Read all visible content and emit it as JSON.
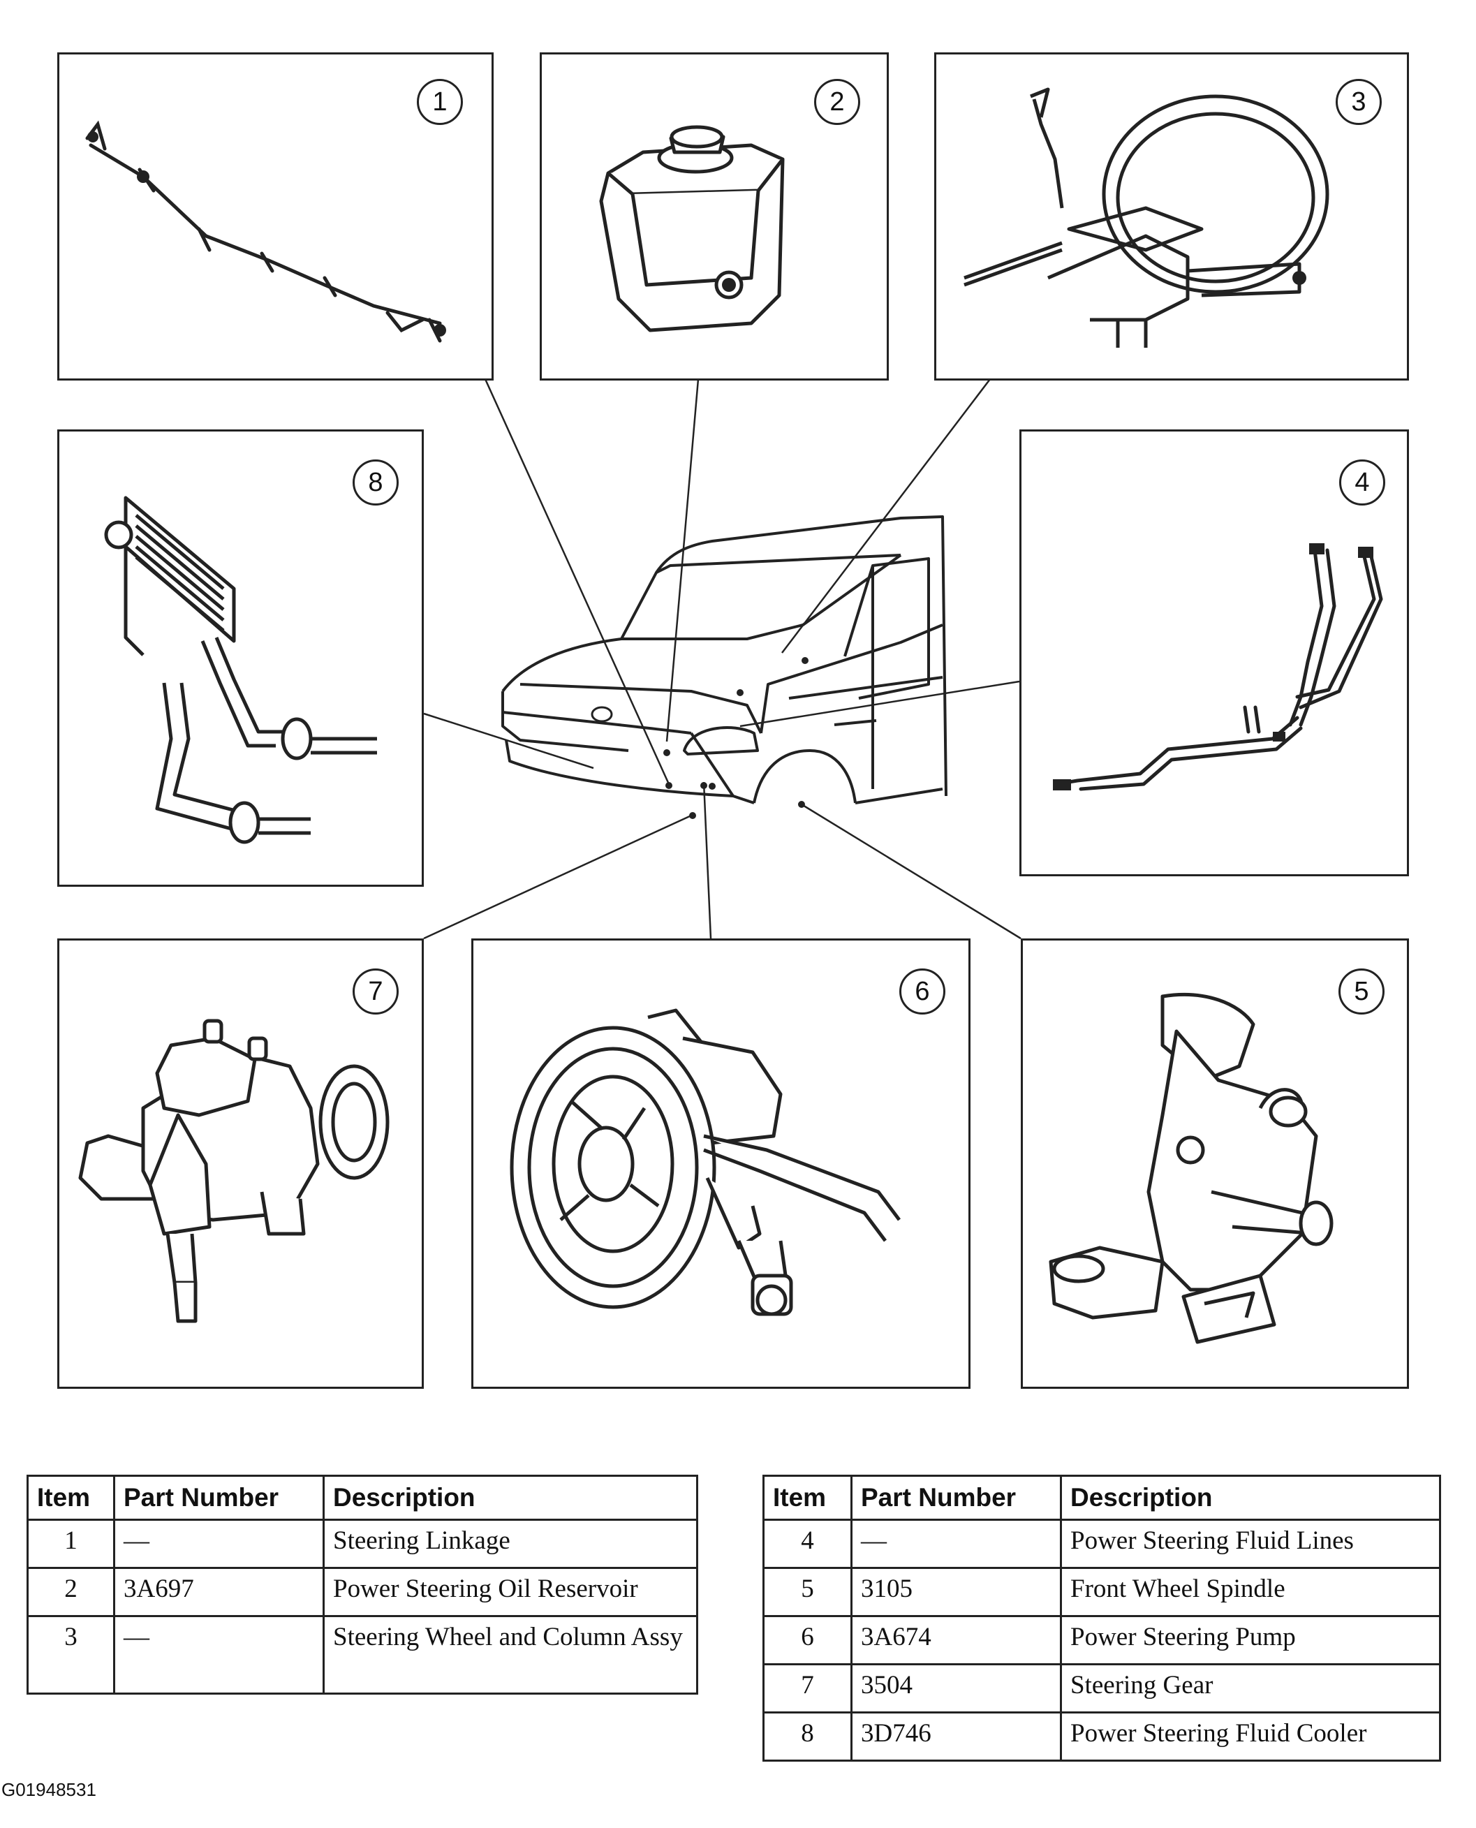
{
  "callouts": [
    "1",
    "2",
    "3",
    "4",
    "5",
    "6",
    "7",
    "8"
  ],
  "table_left": {
    "headers": [
      "Item",
      "Part Number",
      "Description"
    ],
    "rows": [
      {
        "item": "1",
        "part": "—",
        "desc": "Steering Linkage"
      },
      {
        "item": "2",
        "part": "3A697",
        "desc": "Power Steering Oil Reservoir"
      },
      {
        "item": "3",
        "part": "—",
        "desc": "Steering Wheel and Column Assy"
      }
    ]
  },
  "table_right": {
    "headers": [
      "Item",
      "Part Number",
      "Description"
    ],
    "rows": [
      {
        "item": "4",
        "part": "—",
        "desc": "Power Steering Fluid Lines"
      },
      {
        "item": "5",
        "part": "3105",
        "desc": "Front Wheel Spindle"
      },
      {
        "item": "6",
        "part": "3A674",
        "desc": "Power Steering Pump"
      },
      {
        "item": "7",
        "part": "3504",
        "desc": "Steering Gear"
      },
      {
        "item": "8",
        "part": "3D746",
        "desc": "Power Steering Fluid Cooler"
      }
    ]
  },
  "figure_id": "G01948531"
}
